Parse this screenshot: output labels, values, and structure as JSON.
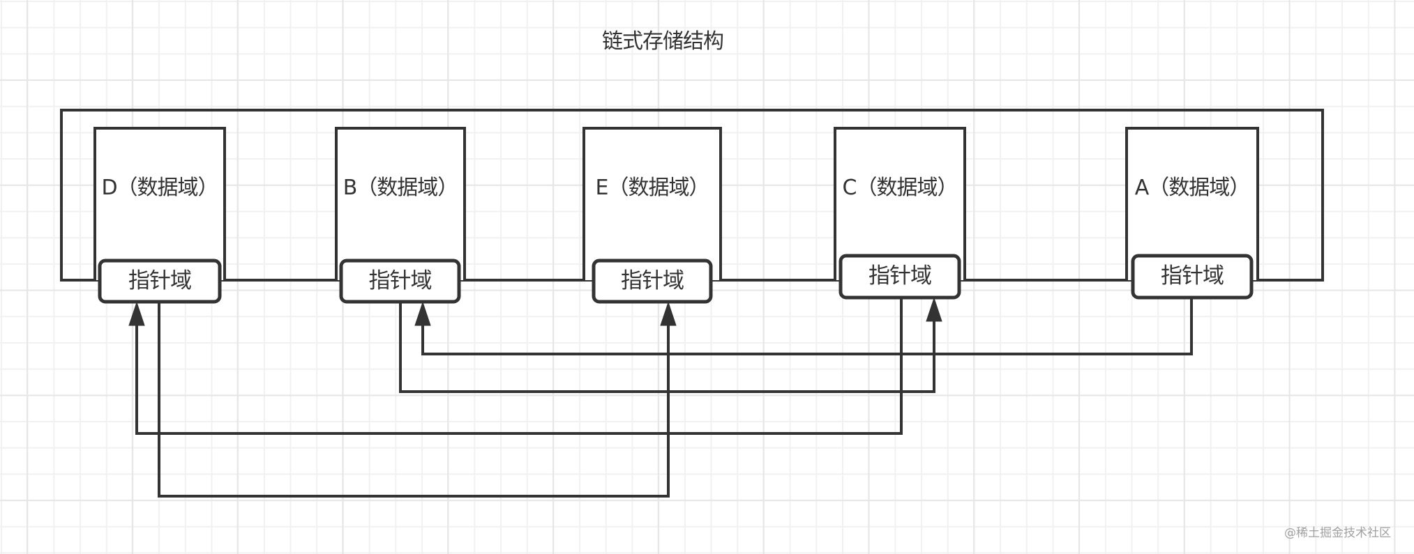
{
  "title": "链式存储结构",
  "nodes": [
    {
      "id": "D",
      "data_label": "D（数据域）",
      "pointer_label": "指针域"
    },
    {
      "id": "B",
      "data_label": "B（数据域）",
      "pointer_label": "指针域"
    },
    {
      "id": "E",
      "data_label": "E（数据域）",
      "pointer_label": "指针域"
    },
    {
      "id": "C",
      "data_label": "C（数据域）",
      "pointer_label": "指针域"
    },
    {
      "id": "A",
      "data_label": "A（数据域）",
      "pointer_label": "指针域"
    }
  ],
  "edges": [
    {
      "from": "A",
      "to": "B"
    },
    {
      "from": "B",
      "to": "C"
    },
    {
      "from": "C",
      "to": "D"
    },
    {
      "from": "D",
      "to": "E"
    }
  ],
  "watermark": "@稀土掘金技术社区",
  "colors": {
    "stroke": "#333333",
    "grid_minor": "#f1f1f1",
    "grid_major": "#e6e6e6",
    "watermark": "#a0a0a0"
  }
}
